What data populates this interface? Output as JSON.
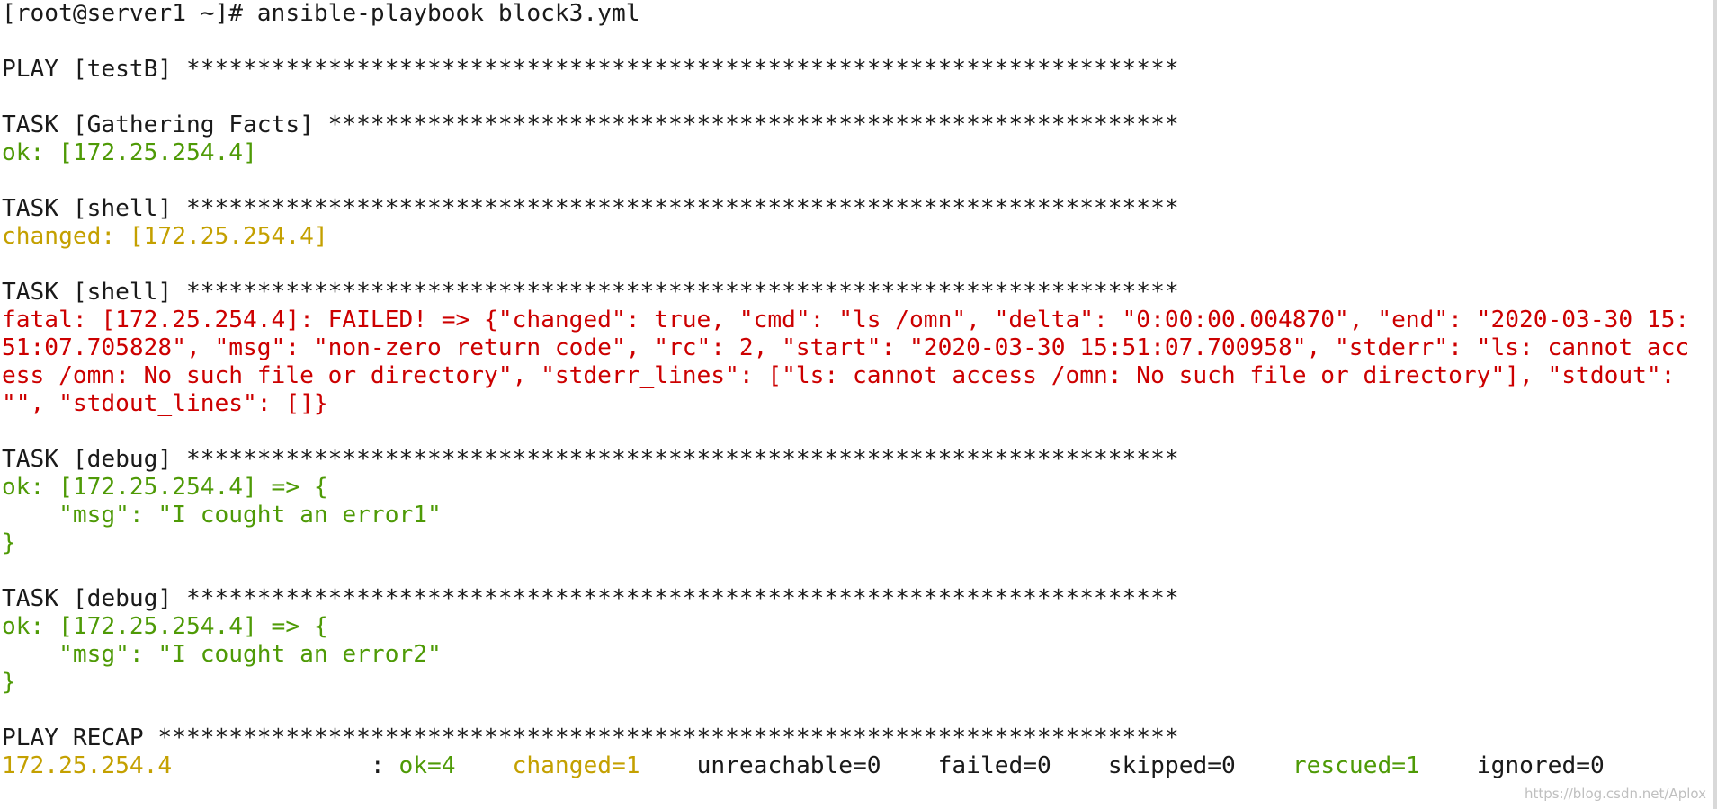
{
  "terminal": {
    "colors": {
      "default": "#1a1a1a",
      "ok": "#4e9a06",
      "changed": "#c4a000",
      "fatal": "#cc0000"
    },
    "lines": [
      {
        "text": "[root@server1 ~]# ansible-playbook block3.yml",
        "style": "plain"
      },
      {
        "text": "",
        "style": "blank"
      },
      {
        "text": "PLAY [testB] **********************************************************************",
        "style": "plain"
      },
      {
        "text": "",
        "style": "blank"
      },
      {
        "text": "TASK [Gathering Facts] ************************************************************",
        "style": "plain"
      },
      {
        "text": "ok: [172.25.254.4]",
        "style": "ok"
      },
      {
        "text": "",
        "style": "blank"
      },
      {
        "text": "TASK [shell] **********************************************************************",
        "style": "plain"
      },
      {
        "text": "changed: [172.25.254.4]",
        "style": "changed"
      },
      {
        "text": "",
        "style": "blank"
      },
      {
        "text": "TASK [shell] **********************************************************************",
        "style": "plain"
      },
      {
        "text": "fatal: [172.25.254.4]: FAILED! => {\"changed\": true, \"cmd\": \"ls /omn\", \"delta\": \"0:00:00.004870\", \"end\": \"2020-03-30 15:",
        "style": "fatal"
      },
      {
        "text": "51:07.705828\", \"msg\": \"non-zero return code\", \"rc\": 2, \"start\": \"2020-03-30 15:51:07.700958\", \"stderr\": \"ls: cannot acc",
        "style": "fatal"
      },
      {
        "text": "ess /omn: No such file or directory\", \"stderr_lines\": [\"ls: cannot access /omn: No such file or directory\"], \"stdout\":",
        "style": "fatal"
      },
      {
        "text": "\"\", \"stdout_lines\": []}",
        "style": "fatal"
      },
      {
        "text": "",
        "style": "blank"
      },
      {
        "text": "TASK [debug] **********************************************************************",
        "style": "plain"
      },
      {
        "text": "ok: [172.25.254.4] => {",
        "style": "ok"
      },
      {
        "text": "    \"msg\": \"I cought an error1\"",
        "style": "ok"
      },
      {
        "text": "}",
        "style": "ok"
      },
      {
        "text": "",
        "style": "blank"
      },
      {
        "text": "TASK [debug] **********************************************************************",
        "style": "plain"
      },
      {
        "text": "ok: [172.25.254.4] => {",
        "style": "ok"
      },
      {
        "text": "    \"msg\": \"I cought an error2\"",
        "style": "ok"
      },
      {
        "text": "}",
        "style": "ok"
      },
      {
        "text": "",
        "style": "blank"
      },
      {
        "text": "PLAY RECAP ************************************************************************",
        "style": "plain"
      }
    ],
    "recap": {
      "host": "172.25.254.4",
      "spacer": "              : ",
      "ok": "ok=4",
      "gap1": "    ",
      "changed": "changed=1",
      "gap2": "    ",
      "unreachable": "unreachable=0",
      "gap3": "    ",
      "failed": "failed=0",
      "gap4": "    ",
      "skipped": "skipped=0",
      "gap5": "    ",
      "rescued": "rescued=1",
      "gap6": "    ",
      "ignored": "ignored=0"
    }
  },
  "watermark": "https://blog.csdn.net/Aplox"
}
